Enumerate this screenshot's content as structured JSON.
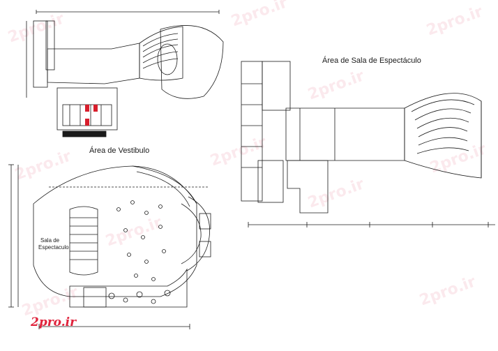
{
  "labels": {
    "sala_title": "Área de Sala de Espectáculo",
    "vestibulo_title": "Área de Vestibulo",
    "sala_small_line1": "Sala de",
    "sala_small_line2": "Espectaculo"
  },
  "watermark": "2pro.ir",
  "logo": "2pro.ir",
  "colors": {
    "ink": "#1a1a1a",
    "accent_red": "#d81e2c",
    "logo_red": "#e0233c",
    "watermark": "#f2b8c4"
  }
}
